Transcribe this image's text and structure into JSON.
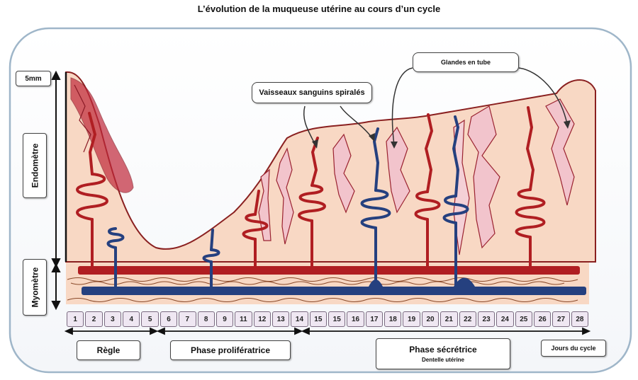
{
  "title": "L’évolution de la muqueuse utérine au cours d’un cycle",
  "scale_label": "5mm",
  "layers": {
    "endometre": "Endomètre",
    "myometre": "Myomètre"
  },
  "callouts": {
    "vaisseaux": "Vaisseaux sanguins spiralés",
    "glandes": "Glandes en tube"
  },
  "days": [
    "1",
    "2",
    "3",
    "4",
    "5",
    "6",
    "7",
    "8",
    "9",
    "11",
    "12",
    "13",
    "14",
    "15",
    "15",
    "16",
    "17",
    "18",
    "19",
    "20",
    "21",
    "22",
    "23",
    "24",
    "25",
    "26",
    "27",
    "28"
  ],
  "phases": {
    "regle": "Règle",
    "proliferatrice": "Phase prolifératrice",
    "secretrice": "Phase sécrétrice",
    "secretrice_sub": "Dentelle utérine",
    "jours": "Jours du cycle"
  },
  "colors": {
    "mucosa": "#f8d8c4",
    "artery": "#b01e22",
    "vein": "#25407f",
    "gland": "#f2c4cc",
    "frame": "#9fb6c9"
  }
}
